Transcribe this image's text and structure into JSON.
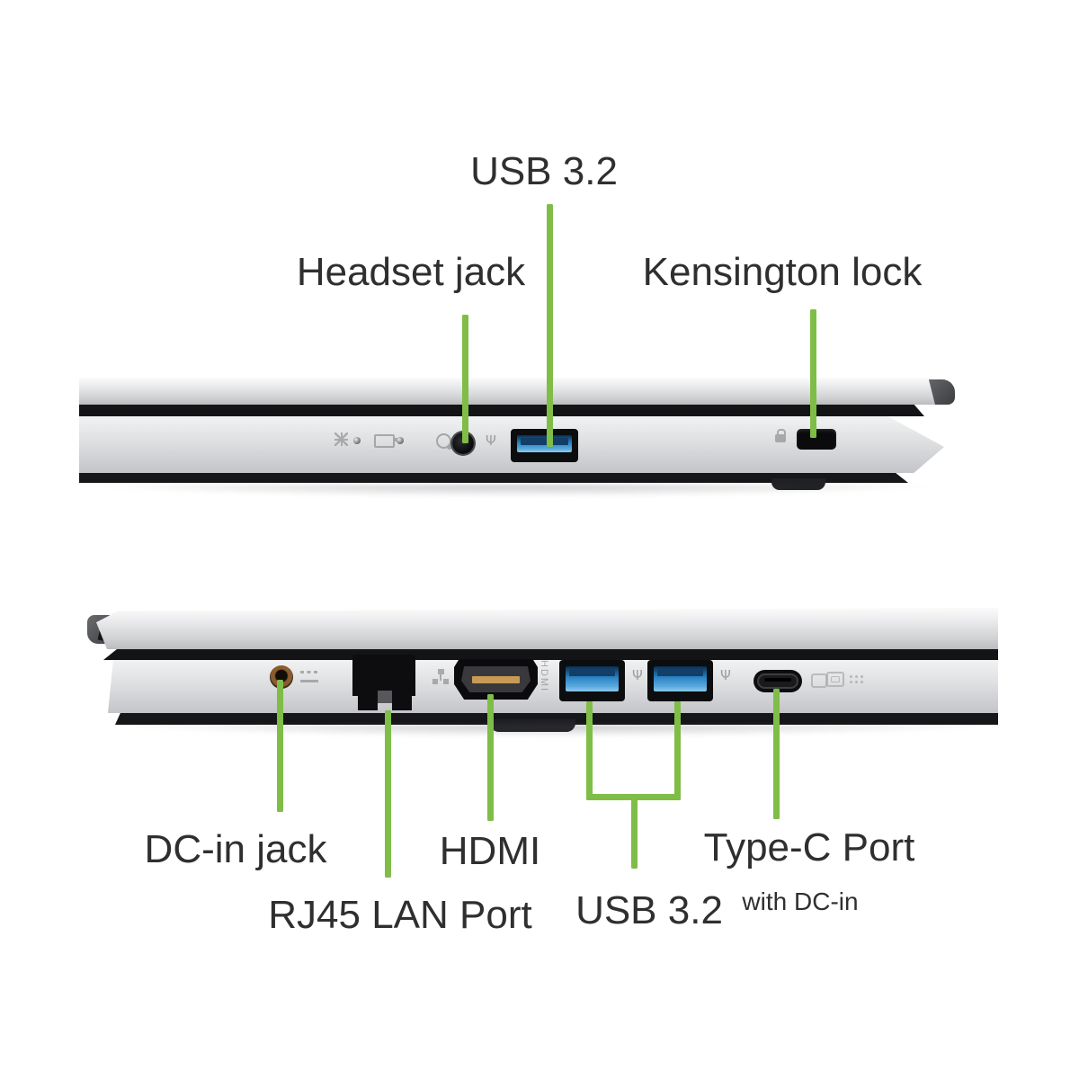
{
  "view_top": {
    "labels": {
      "usb": "USB 3.2",
      "headset": "Headset jack",
      "kensington": "Kensington lock"
    }
  },
  "view_bottom": {
    "labels": {
      "dcin": "DC-in jack",
      "rj45": "RJ45 LAN Port",
      "hdmi": "HDMI",
      "usb": "USB 3.2",
      "typec": "Type-C Port",
      "typec_sub": "with DC-in"
    },
    "embossed": {
      "hdmi": "HDMI"
    }
  },
  "icons": {
    "usb_trident": "Ψ"
  },
  "colors": {
    "background": "#ffffff",
    "callout_green": "#7fbd47",
    "label_text": "#2f2f30",
    "usb_blue": "#2b84c4",
    "hdmi_slot_gold": "#c89a55",
    "dc_ring_copper": "#8a5c2e"
  }
}
